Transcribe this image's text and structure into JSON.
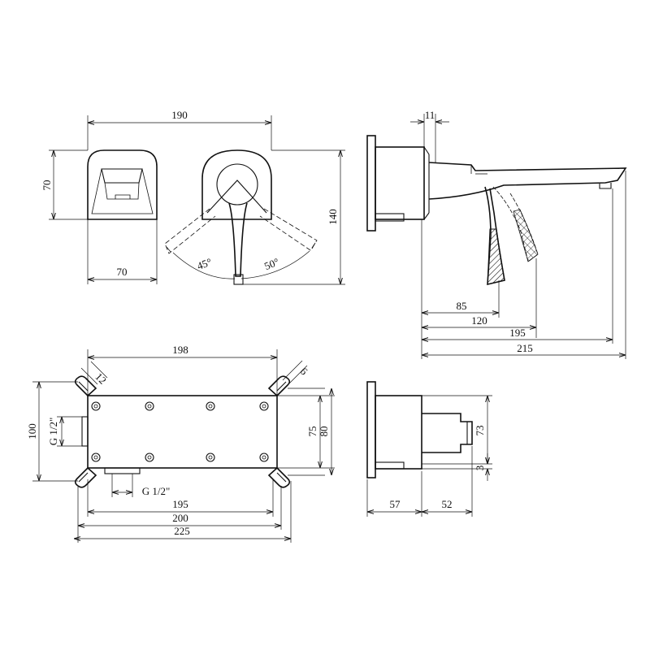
{
  "drawing": {
    "dimensions": {
      "front_width": "190",
      "handle_height": "70",
      "handle_width": "70",
      "total_height": "140",
      "angle_left": "45°",
      "angle_right": "50°",
      "side_flange": "11",
      "spout_85": "85",
      "spout_120": "120",
      "spout_195": "195",
      "spout_215": "215",
      "box_198": "198",
      "slot_12": "12",
      "slot_6": "6",
      "box_100": "100",
      "thread_left": "G 1/2\"",
      "thread_bottom": "G 1/2\"",
      "box_75": "75",
      "box_80": "80",
      "box_195": "195",
      "box_200": "200",
      "box_225": "225",
      "body_73": "73",
      "body_3": "3",
      "body_57": "57",
      "body_52": "52"
    }
  }
}
